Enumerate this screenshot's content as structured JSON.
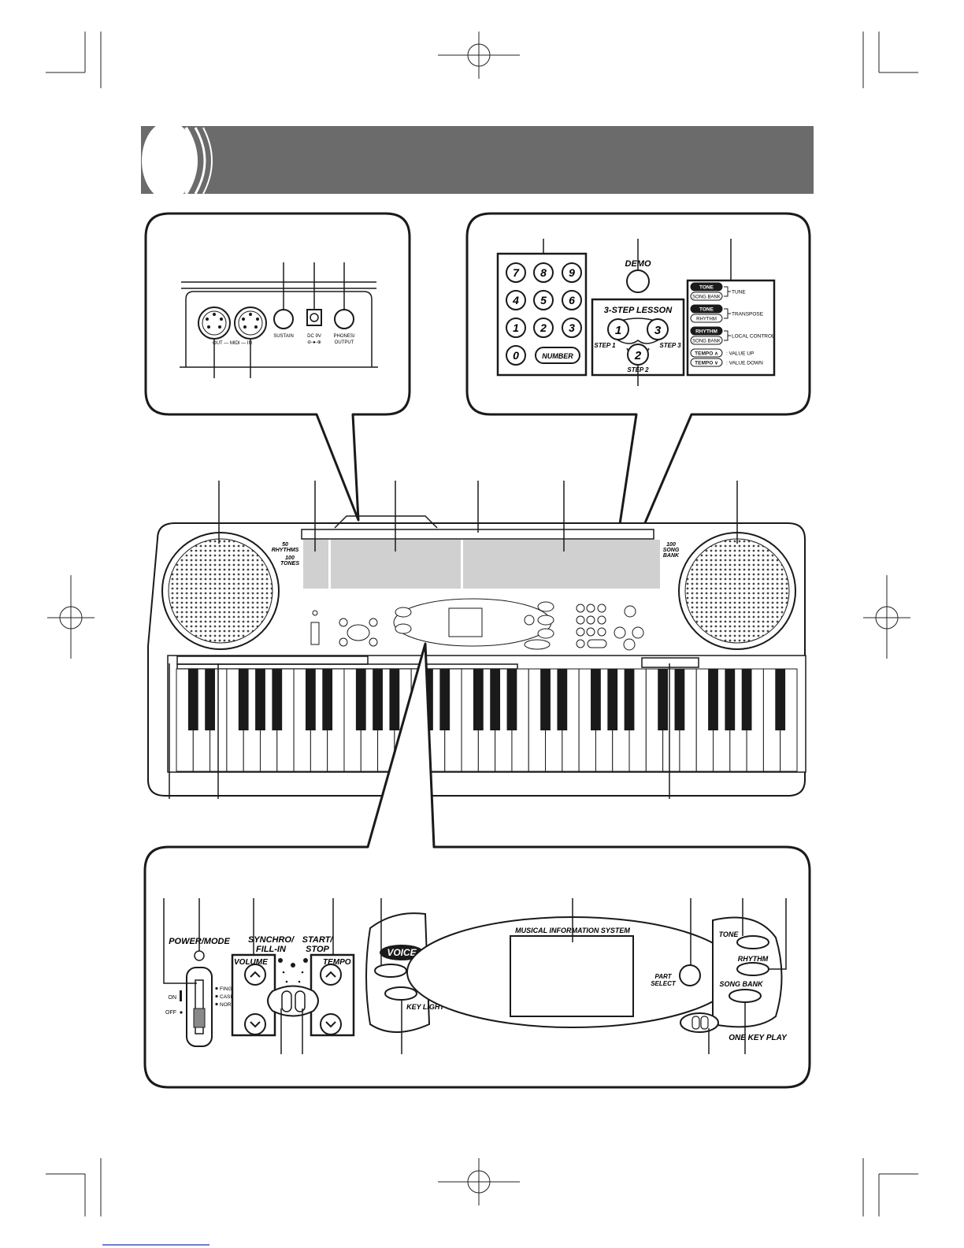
{
  "back_panel": {
    "midi_label": "OUT — MIDI — IN",
    "sustain": "SUSTAIN",
    "dc_in": "DC 9V",
    "dc_symbol": "⊖-●-⊕",
    "phones_line1": "PHONES/",
    "phones_line2": "OUTPUT"
  },
  "keypad": {
    "digits": [
      "7",
      "8",
      "9",
      "4",
      "5",
      "6",
      "1",
      "2",
      "3",
      "0"
    ],
    "number_label": "NUMBER"
  },
  "demo_label": "DEMO",
  "lesson": {
    "title": "3-STEP LESSON",
    "buttons": [
      "1",
      "3",
      "2"
    ],
    "step1": "STEP 1",
    "step2": "STEP 2",
    "step3": "STEP 3"
  },
  "function_legend": [
    {
      "top": "TONE",
      "bottom": "SONG BANK",
      "function": "TUNE"
    },
    {
      "top": "TONE",
      "bottom": "RHYTHM",
      "function": "TRANSPOSE"
    },
    {
      "top": "RHYTHM",
      "bottom": "SONG BANK",
      "function": "LOCAL CONTROL"
    },
    {
      "top": "TEMPO ∧",
      "function": ": VALUE UP"
    },
    {
      "top": "TEMPO ∨",
      "function": ": VALUE DOWN"
    }
  ],
  "keyboard_overview": {
    "rhythms_line1": "50",
    "rhythms_line2": "RHYTHMS",
    "tones_line1": "100",
    "tones_line2": "TONES",
    "songbank_line1": "100",
    "songbank_line2": "SONG",
    "songbank_line3": "BANK"
  },
  "control_panel": {
    "power_mode": "POWER/MODE",
    "on": "ON",
    "off": "OFF",
    "modes": [
      "FINGERED",
      "CASIO CHORD",
      "NORMAL"
    ],
    "synchro_line1": "SYNCHRO/",
    "synchro_line2": "FILL-IN",
    "start_line1": "START/",
    "start_line2": "STOP",
    "volume": "VOLUME",
    "tempo": "TEMPO",
    "voice": "VOICE",
    "key_light": "KEY LIGHT",
    "mis_title": "MUSICAL INFORMATION SYSTEM",
    "part_line1": "PART",
    "part_line2": "SELECT",
    "tone": "TONE",
    "rhythm": "RHYTHM",
    "song_bank": "SONG BANK",
    "one_key_play": "ONE KEY PLAY"
  },
  "colors": {
    "header_bar": "#6b6b6b",
    "ink": "#1a1a1a",
    "panel_gray": "#d0d0d0",
    "footer_link": "#3355cc"
  }
}
